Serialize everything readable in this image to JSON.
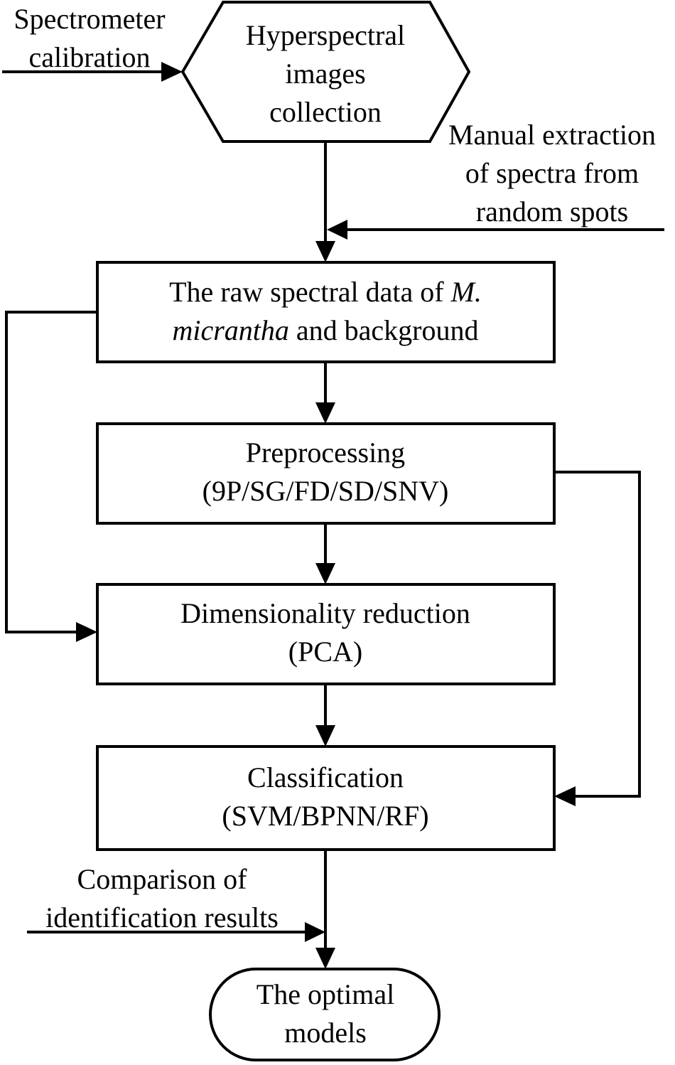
{
  "nodes": {
    "hyperspectral": {
      "line1": "Hyperspectral",
      "line2": "images",
      "line3": "collection"
    },
    "raw_data": {
      "line1_prefix": "The raw spectral data of ",
      "line1_italic": "M.",
      "line2_italic": "micrantha",
      "line2_suffix": " and background"
    },
    "preprocessing": {
      "line1": "Preprocessing",
      "line2": "(9P/SG/FD/SD/SNV)"
    },
    "dim_reduction": {
      "line1": "Dimensionality reduction",
      "line2": "(PCA)"
    },
    "classification": {
      "line1": "Classification",
      "line2": "(SVM/BPNN/RF)"
    },
    "optimal": {
      "line1": "The optimal",
      "line2": "models"
    }
  },
  "inputs": {
    "spectrometer": {
      "line1": "Spectrometer",
      "line2": "calibration"
    },
    "manual": {
      "line1": "Manual extraction",
      "line2": "of spectra from",
      "line3": "random spots"
    },
    "comparison": {
      "line1": "Comparison of",
      "line2": "identification results"
    }
  }
}
